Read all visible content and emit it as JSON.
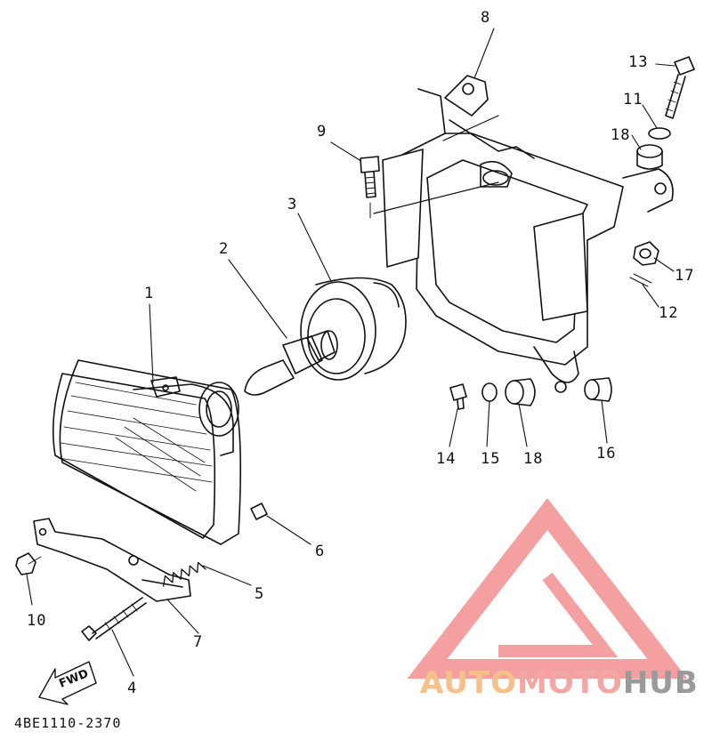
{
  "diagram": {
    "callouts": [
      {
        "id": "p1",
        "text": "1"
      },
      {
        "id": "p2",
        "text": "2"
      },
      {
        "id": "p3",
        "text": "3"
      },
      {
        "id": "p4",
        "text": "4"
      },
      {
        "id": "p5",
        "text": "5"
      },
      {
        "id": "p6",
        "text": "6"
      },
      {
        "id": "p7",
        "text": "7"
      },
      {
        "id": "p8",
        "text": "8"
      },
      {
        "id": "p9",
        "text": "9"
      },
      {
        "id": "p10",
        "text": "10"
      },
      {
        "id": "p11",
        "text": "11"
      },
      {
        "id": "p12",
        "text": "12"
      },
      {
        "id": "p13",
        "text": "13"
      },
      {
        "id": "p14",
        "text": "14"
      },
      {
        "id": "p15",
        "text": "15"
      },
      {
        "id": "p16",
        "text": "16"
      },
      {
        "id": "p17",
        "text": "17"
      },
      {
        "id": "p18a",
        "text": "18"
      },
      {
        "id": "p18b",
        "text": "18"
      }
    ],
    "direction_label": "FWD",
    "drawing_code": "4BE1110-2370"
  },
  "watermark": {
    "part1": "AUTO",
    "part2": "MOTO",
    "part3": "HUB"
  },
  "colors": {
    "line": "#111111",
    "watermark_red": "#f08080",
    "watermark_orange": "#f5c08a",
    "watermark_grey": "#9a9a9a"
  }
}
